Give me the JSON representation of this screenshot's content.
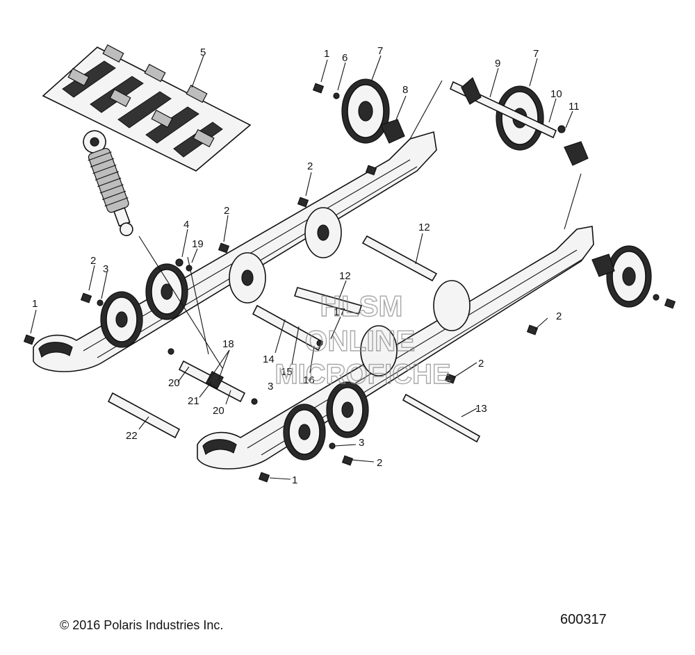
{
  "footer": {
    "copyright": "© 2016 Polaris Industries Inc.",
    "diagram_number": "600317"
  },
  "watermark": [
    "HLSM",
    "ONLINE",
    "MICROFICHE"
  ],
  "callouts": [
    "1",
    "6",
    "7",
    "8",
    "9",
    "7",
    "10",
    "11",
    "5",
    "2",
    "2",
    "4",
    "19",
    "2",
    "3",
    "1",
    "12",
    "12",
    "17",
    "18",
    "14",
    "15",
    "16",
    "20",
    "21",
    "20",
    "3",
    "22",
    "2",
    "2",
    "13",
    "3",
    "2",
    "1"
  ]
}
